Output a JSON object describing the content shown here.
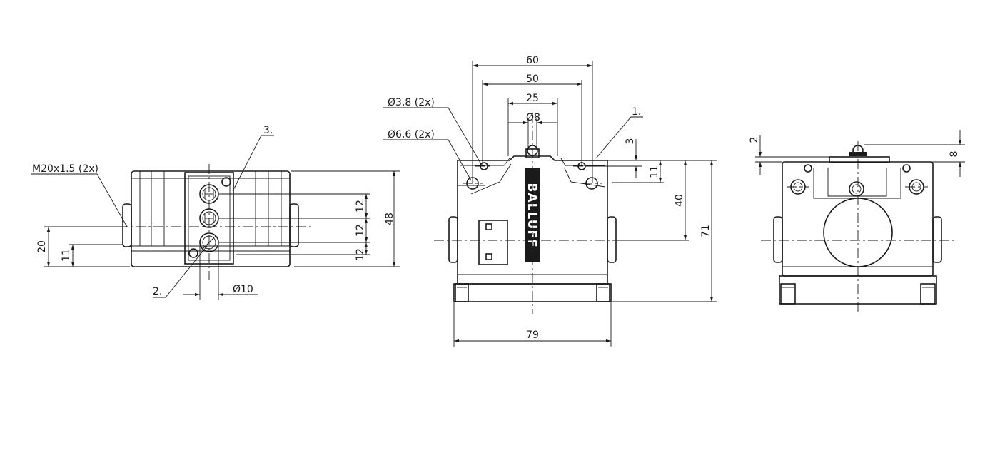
{
  "labels": {
    "thread": "M20x1.5 (2x)",
    "callout_3": "3.",
    "callout_2": "2.",
    "callout_1": "1.",
    "hole_small": "Ø3,8 (2x)",
    "hole_large": "Ø6,6 (2x)",
    "brand": "BALLUFF"
  },
  "dims": {
    "d60": "60",
    "d50": "50",
    "d25": "25",
    "d8dia": "Ø8",
    "d3": "3",
    "d11r": "11",
    "d40": "40",
    "d71": "71",
    "d79": "79",
    "d48": "48",
    "d12a": "12",
    "d12b": "12",
    "d12c": "12",
    "d20": "20",
    "d11l": "11",
    "d10dia": "Ø10",
    "d2": "2",
    "d8": "8"
  }
}
